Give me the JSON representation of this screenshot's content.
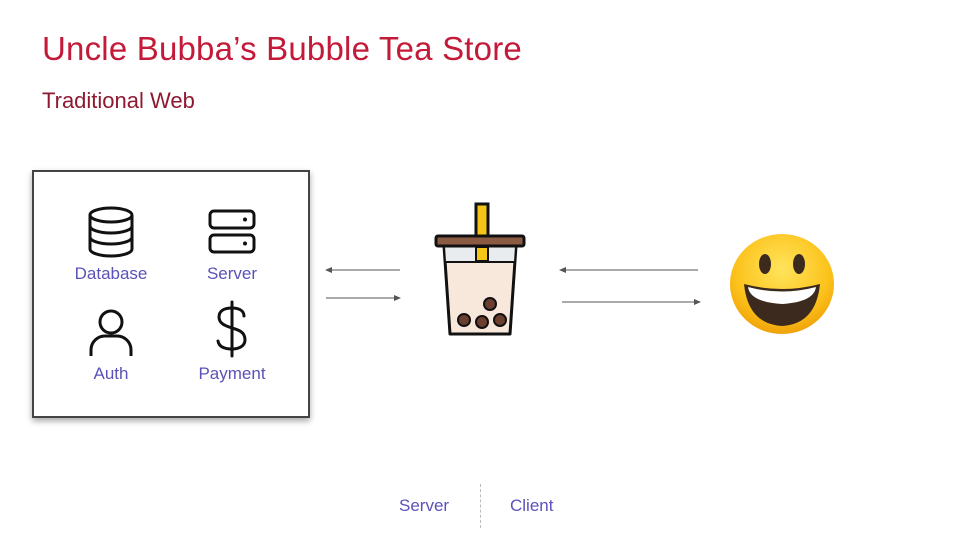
{
  "header": {
    "title": "Uncle Bubba’s Bubble Tea Store",
    "subtitle": "Traditional Web"
  },
  "backend": {
    "tiles": [
      {
        "label": "Database",
        "icon": "database-icon"
      },
      {
        "label": "Server",
        "icon": "server-icon"
      },
      {
        "label": "Auth",
        "icon": "user-icon"
      },
      {
        "label": "Payment",
        "icon": "dollar-icon"
      }
    ]
  },
  "store": {
    "icon": "bubble-tea-icon"
  },
  "client": {
    "icon": "grinning-face-icon"
  },
  "footer": {
    "server_label": "Server",
    "client_label": "Client"
  },
  "colors": {
    "title": "#c41a3a",
    "subtitle": "#8e1930",
    "label": "#5a52b8"
  }
}
